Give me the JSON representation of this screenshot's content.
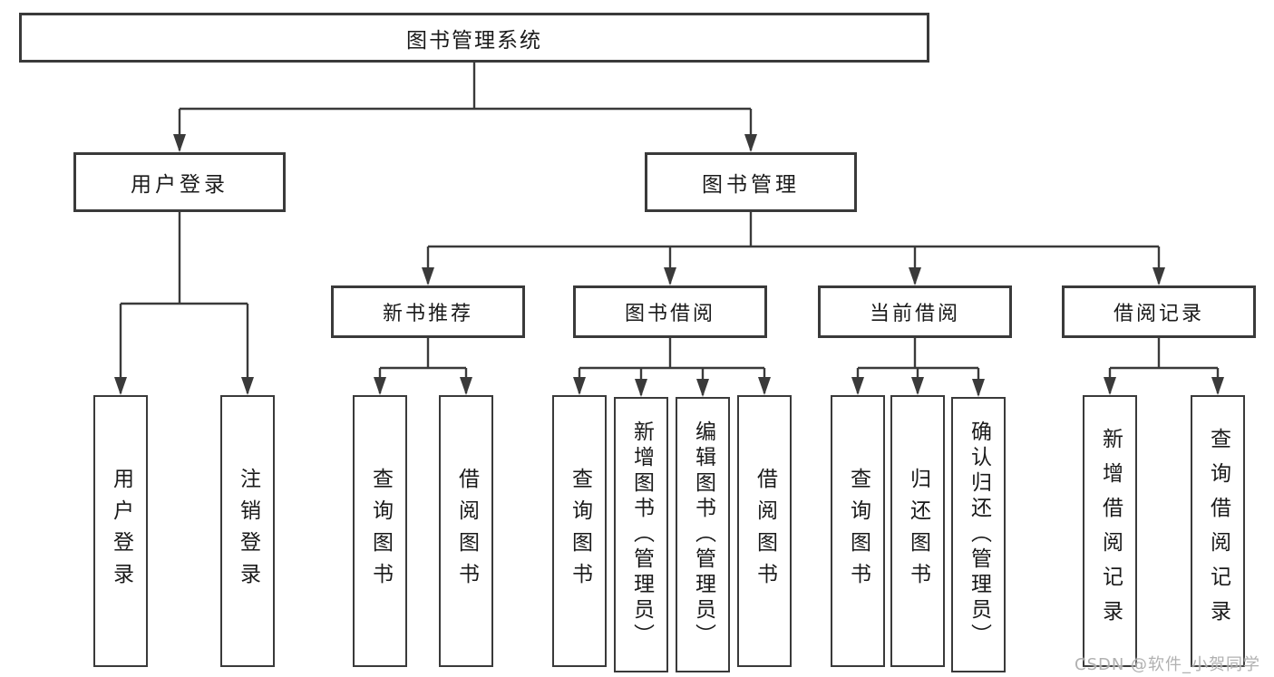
{
  "tree": {
    "root": {
      "label": "图书管理系统"
    },
    "branches": [
      {
        "label": "用户登录",
        "children": [
          {
            "label": "用户登录"
          },
          {
            "label": "注销登录"
          }
        ]
      },
      {
        "label": "图书管理",
        "children": [
          {
            "label": "新书推荐",
            "children": [
              {
                "label": "查询图书"
              },
              {
                "label": "借阅图书"
              }
            ]
          },
          {
            "label": "图书借阅",
            "children": [
              {
                "label": "查询图书"
              },
              {
                "label": "新增图书（管理员）"
              },
              {
                "label": "编辑图书（管理员）"
              },
              {
                "label": "借阅图书"
              }
            ]
          },
          {
            "label": "当前借阅",
            "children": [
              {
                "label": "查询图书"
              },
              {
                "label": "归还图书"
              },
              {
                "label": "确认归还（管理员）"
              }
            ]
          },
          {
            "label": "借阅记录",
            "children": [
              {
                "label": "新增借阅记录"
              },
              {
                "label": "查询借阅记录"
              }
            ]
          }
        ]
      }
    ]
  },
  "watermark": "CSDN @软件_小贺同学",
  "colors": {
    "line": "#3a3a3a",
    "box_border": "#3a3a3a",
    "text": "#1a1a1a",
    "background": "#ffffff",
    "watermark": "#aaaaaa"
  }
}
